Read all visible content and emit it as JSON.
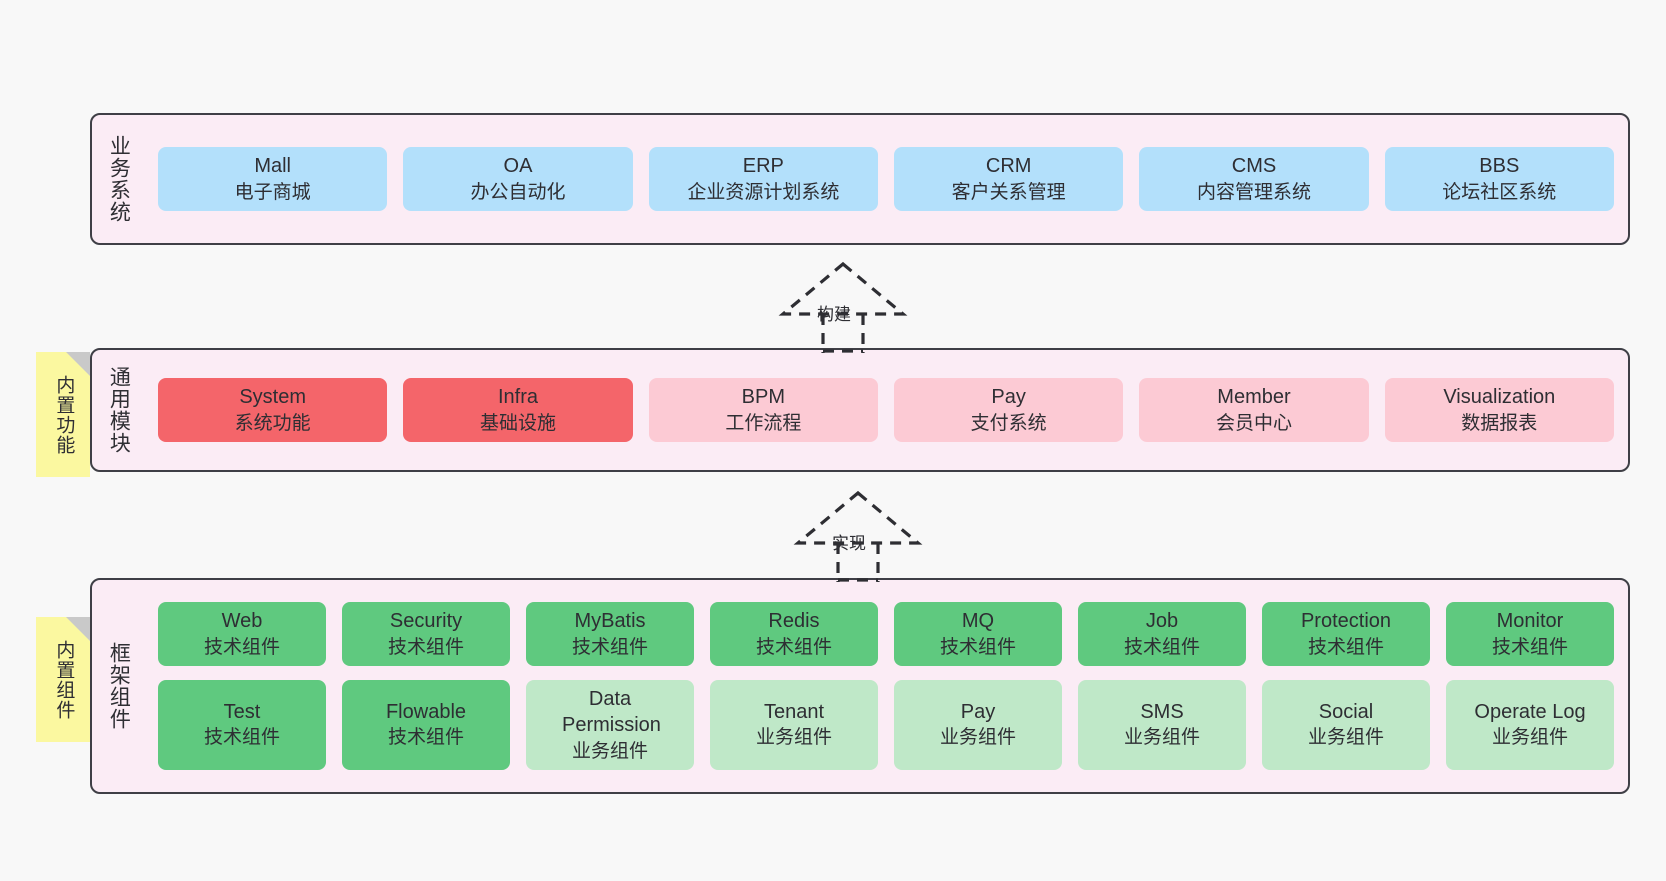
{
  "diagram": {
    "title_note_build": "内置功能",
    "title_note_components": "内置组件"
  },
  "layers": {
    "business": {
      "label": "业务系统",
      "items": [
        {
          "en": "Mall",
          "cn": "电子商城",
          "color": "#b3e0fb"
        },
        {
          "en": "OA",
          "cn": "办公自动化",
          "color": "#b3e0fb"
        },
        {
          "en": "ERP",
          "cn": "企业资源计划系统",
          "color": "#b3e0fb"
        },
        {
          "en": "CRM",
          "cn": "客户关系管理",
          "color": "#b3e0fb"
        },
        {
          "en": "CMS",
          "cn": "内容管理系统",
          "color": "#b3e0fb"
        },
        {
          "en": "BBS",
          "cn": "论坛社区系统",
          "color": "#b3e0fb"
        }
      ]
    },
    "common": {
      "label": "通用模块",
      "note": "内置功能",
      "items": [
        {
          "en": "System",
          "cn": "系统功能",
          "color": "#f4656a"
        },
        {
          "en": "Infra",
          "cn": "基础设施",
          "color": "#f4656a"
        },
        {
          "en": "BPM",
          "cn": "工作流程",
          "color": "#fccad4"
        },
        {
          "en": "Pay",
          "cn": "支付系统",
          "color": "#fccad4"
        },
        {
          "en": "Member",
          "cn": "会员中心",
          "color": "#fccad4"
        },
        {
          "en": "Visualization",
          "cn": "数据报表",
          "color": "#fccad4"
        }
      ]
    },
    "framework": {
      "label": "框架组件",
      "note": "内置组件",
      "row1": [
        {
          "en": "Web",
          "cn": "技术组件",
          "color": "#5fc97f"
        },
        {
          "en": "Security",
          "cn": "技术组件",
          "color": "#5fc97f"
        },
        {
          "en": "MyBatis",
          "cn": "技术组件",
          "color": "#5fc97f"
        },
        {
          "en": "Redis",
          "cn": "技术组件",
          "color": "#5fc97f"
        },
        {
          "en": "MQ",
          "cn": "技术组件",
          "color": "#5fc97f"
        },
        {
          "en": "Job",
          "cn": "技术组件",
          "color": "#5fc97f"
        },
        {
          "en": "Protection",
          "cn": "技术组件",
          "color": "#5fc97f"
        },
        {
          "en": "Monitor",
          "cn": "技术组件",
          "color": "#5fc97f"
        }
      ],
      "row2": [
        {
          "en": "Test",
          "cn": "技术组件",
          "color": "#5fc97f"
        },
        {
          "en": "Flowable",
          "cn": "技术组件",
          "color": "#5fc97f"
        },
        {
          "en": "Data Permission",
          "cn": "业务组件",
          "color": "#bfe8c8"
        },
        {
          "en": "Tenant",
          "cn": "业务组件",
          "color": "#bfe8c8"
        },
        {
          "en": "Pay",
          "cn": "业务组件",
          "color": "#bfe8c8"
        },
        {
          "en": "SMS",
          "cn": "业务组件",
          "color": "#bfe8c8"
        },
        {
          "en": "Social",
          "cn": "业务组件",
          "color": "#bfe8c8"
        },
        {
          "en": "Operate Log",
          "cn": "业务组件",
          "color": "#bfe8c8"
        }
      ]
    }
  },
  "connectors": [
    {
      "label": "构建"
    },
    {
      "label": "实现"
    }
  ],
  "colors": {
    "layer_background": "#fbecf5",
    "layer_border": "#3f3f46",
    "note_background": "#fbf8a0",
    "note_fold": "#c9c9c9",
    "canvas_background": "#f8f8f8",
    "connector_stroke": "#2e2e33"
  }
}
